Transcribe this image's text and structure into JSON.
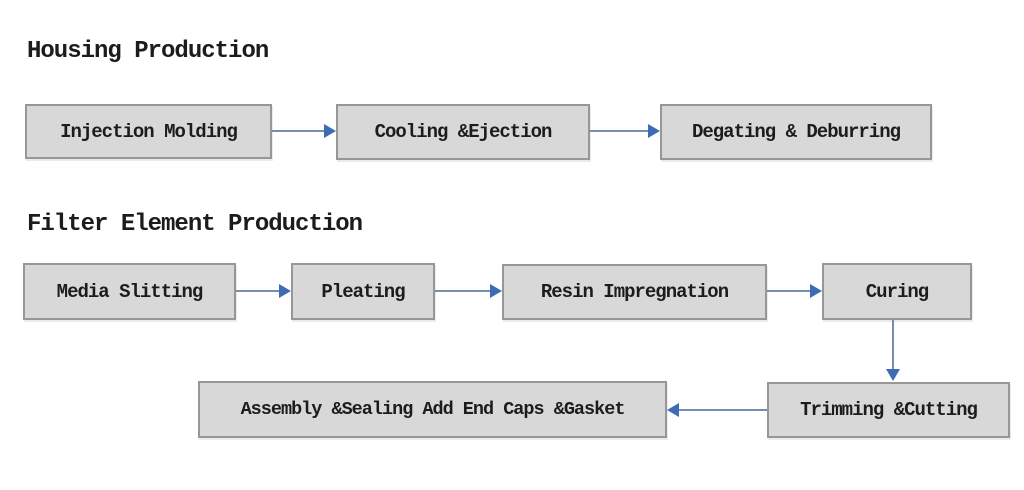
{
  "diagram": {
    "colors": {
      "page_bg": "#ffffff",
      "box_fill": "#d8d8d8",
      "box_border": "#979797",
      "arrow_line_color": "#7590ad",
      "arrow_head_color": "#3e6cb4",
      "text_color": "#1c1c1c"
    },
    "sections": [
      {
        "title": "Housing Production",
        "nodes": [
          {
            "label": "Injection Molding"
          },
          {
            "label": "Cooling &Ejection"
          },
          {
            "label": "Degating & Deburring"
          }
        ]
      },
      {
        "title": "Filter Element Production",
        "nodes": [
          {
            "label": "Media Slitting"
          },
          {
            "label": "Pleating"
          },
          {
            "label": "Resin Impregnation"
          },
          {
            "label": "Curing"
          },
          {
            "label": "Trimming &Cutting"
          },
          {
            "label": "Assembly &Sealing Add End Caps &Gasket"
          }
        ]
      }
    ]
  }
}
